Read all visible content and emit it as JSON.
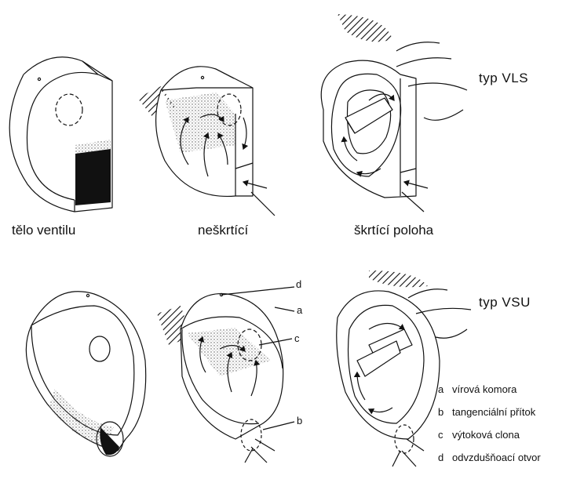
{
  "labels": {
    "valve_body": "tělo ventilu",
    "non_throttling": "neškrtící",
    "throttling_position": "škrtící poloha"
  },
  "types": {
    "vls": "typ  VLS",
    "vsu": "typ  VSU"
  },
  "callouts": {
    "a": "a",
    "b": "b",
    "c": "c",
    "d": "d"
  },
  "legend": [
    {
      "key": "a",
      "text": "vírová komora"
    },
    {
      "key": "b",
      "text": "tangenciální přítok"
    },
    {
      "key": "c",
      "text": "výtoková clona"
    },
    {
      "key": "d",
      "text": "odvzdušňoací otvor"
    }
  ]
}
